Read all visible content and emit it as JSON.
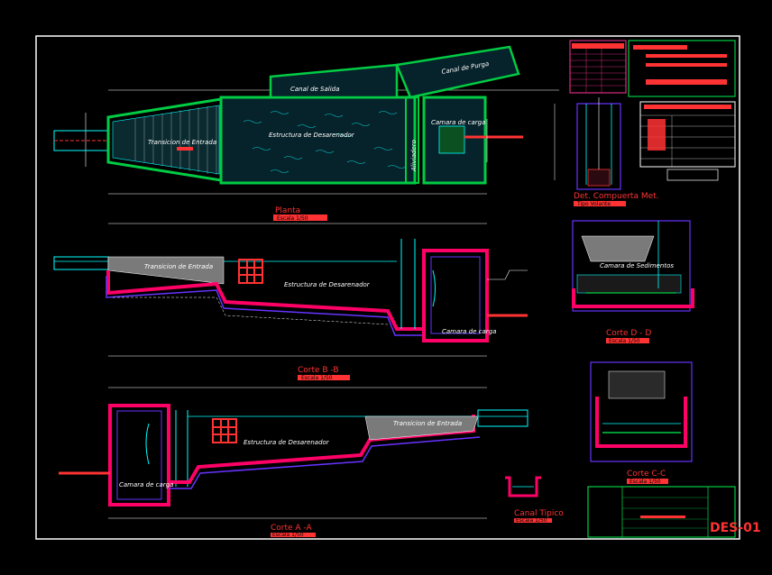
{
  "sheet_code": "DES-01",
  "views": {
    "plan": {
      "title": "Planta",
      "scale": "Escala 1/50"
    },
    "section_bb": {
      "title": "Corte B -B",
      "scale": "Escala 1/50"
    },
    "section_aa": {
      "title": "Corte A -A",
      "scale": "Escala 1/50"
    },
    "section_dd": {
      "title": "Corte D - D",
      "scale": "Escala 1/50"
    },
    "section_cc": {
      "title": "Corte C-C",
      "scale": "Escala 1/50"
    },
    "gate_detail": {
      "title": "Det. Compuerta Met.",
      "scale": "Tipo Volante"
    },
    "typical_canal": {
      "title": "Canal Tipico",
      "scale": "Escala 1/50"
    }
  },
  "plan_labels": {
    "entry_transition": "Transicion de Entrada",
    "settler": "Estructura de Desarenador",
    "canal_left": "Canal de Salida",
    "canal_right": "Canal de Purga",
    "chamber": "Camara de carga",
    "spillway": "Aliviadero"
  },
  "section_labels": {
    "entry_transition": "Transicion de Entrada",
    "settler": "Estructura de Desarenador",
    "chamber": "Camara de carga",
    "sediment": "Camara de Sedimentos"
  },
  "colors": {
    "background": "#000000",
    "border": "#ffffff",
    "concrete": "#ff0066",
    "frame": "#6633ff",
    "dimension": "#ffffff",
    "water": "#00ffff",
    "green": "#00cc44",
    "title_red": "#ff3333"
  }
}
